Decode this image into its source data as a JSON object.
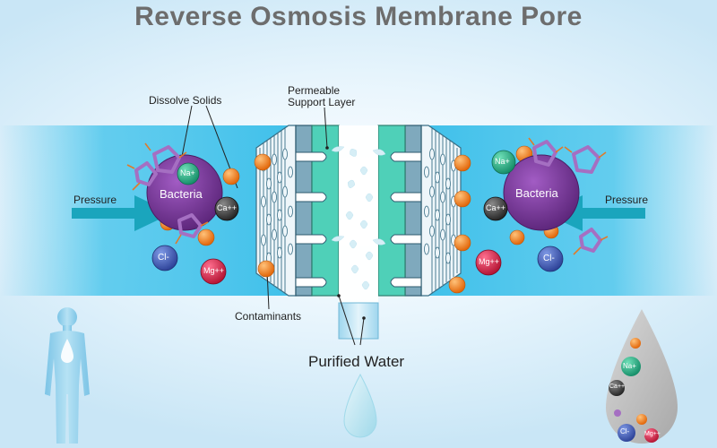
{
  "title": "Reverse Osmosis Membrane Pore",
  "labels": {
    "dissolve_solids": "Dissolve Solids",
    "permeable_line1": "Permeable",
    "permeable_line2": "Support Layer",
    "pressure_left": "Pressure",
    "pressure_right": "Pressure",
    "contaminants": "Contaminants",
    "purified_water": "Purified Water"
  },
  "ions": {
    "bacteria": "Bacteria",
    "sodium": "Na+",
    "calcium": "Ca++",
    "chloride": "Cl-",
    "magnesium": "Mg++"
  },
  "colors": {
    "flow": "#4cc6ec",
    "arrow": "#1aa5bd",
    "membrane_outer": "#7fb2c6",
    "membrane_inner": "#4fd0b8",
    "bacteria": "#7a3a9a",
    "contaminant": "#ee7a18",
    "sodium": "#1aa27a",
    "calcium": "#333333",
    "chloride": "#3b57b0",
    "magnesium": "#d11a4a",
    "drop_grey": "#bdbdbd",
    "human": "#9fd2ea"
  }
}
